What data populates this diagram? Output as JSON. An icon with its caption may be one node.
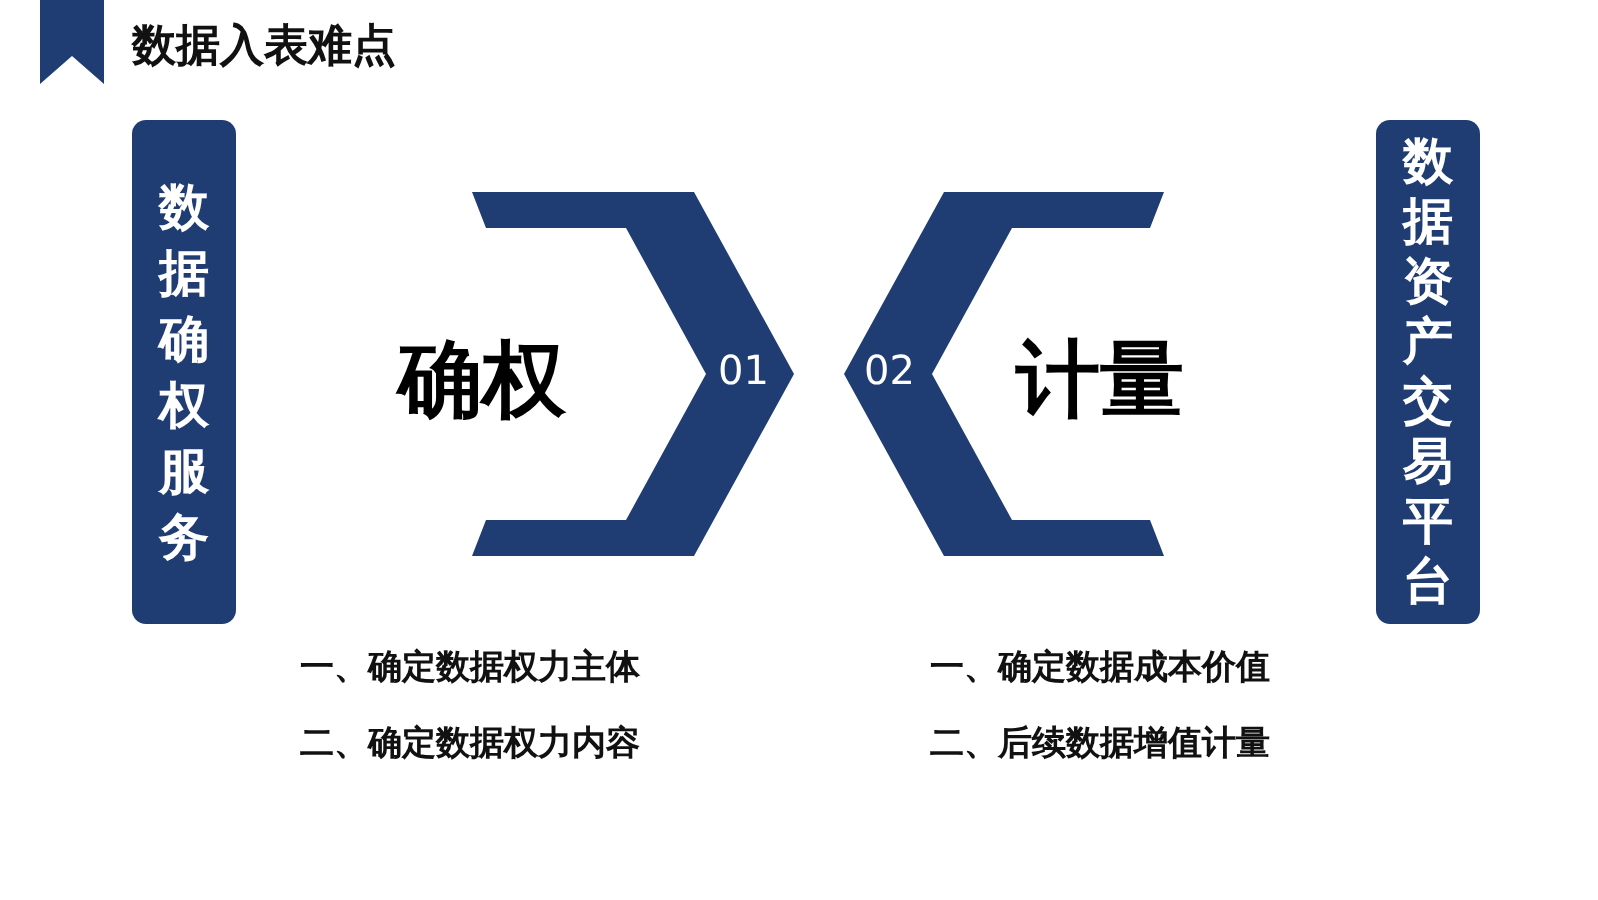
{
  "diagram": {
    "title": "数据入表难点",
    "nodes": [
      {
        "text": [
          "数据确权服务"
        ]
      },
      {
        "text": [
          "确权",
          "01"
        ]
      },
      {
        "text": [
          "02",
          "计量"
        ]
      },
      {
        "text": [
          "数据资产交易平台"
        ]
      }
    ],
    "labels": [
      "一、确定数据权力主体",
      "一、确定数据成本价值",
      "二、确定数据权力内容",
      "二、后续数据增值计量"
    ]
  }
}
